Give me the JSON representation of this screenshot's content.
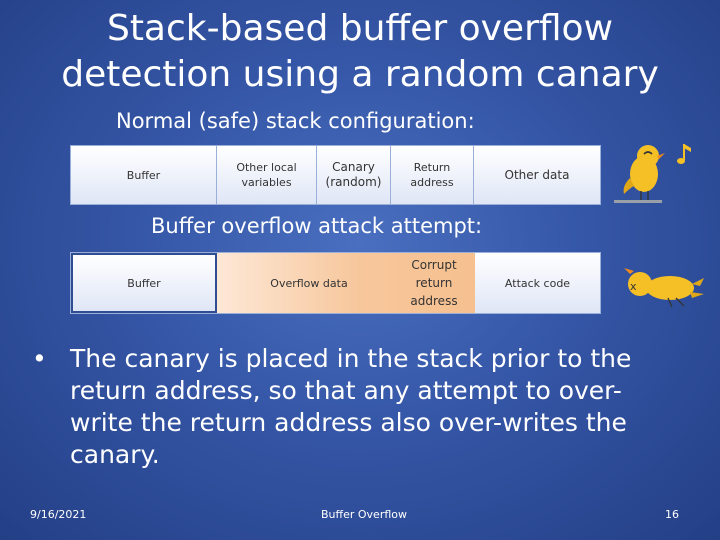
{
  "slide": {
    "title_line1": "Stack-based buffer overflow",
    "title_line2": "detection using a random canary",
    "safe_heading": "Normal (safe) stack configuration:",
    "attack_heading": "Buffer overflow attack attempt:",
    "safe_stack": [
      "Buffer",
      "Other local variables",
      "Canary (random)",
      "Return address",
      "Other data"
    ],
    "attack_stack": [
      "Buffer",
      "Overflow data",
      "Corrupt return address",
      "Attack code"
    ],
    "dead_canary_mark": "x",
    "bullet": "The canary is placed in the stack prior to the return address, so that any attempt to over-write the return address also over-writes the canary.",
    "footer": {
      "date": "9/16/2021",
      "center": "Buffer Overflow",
      "page": "16"
    }
  },
  "icons": [
    "canary-bird-icon",
    "music-note-icon",
    "dead-canary-icon"
  ],
  "colors": {
    "background": "#3556a6",
    "overflow_fill": "#f7c79c",
    "canary_yellow": "#f5c026"
  }
}
